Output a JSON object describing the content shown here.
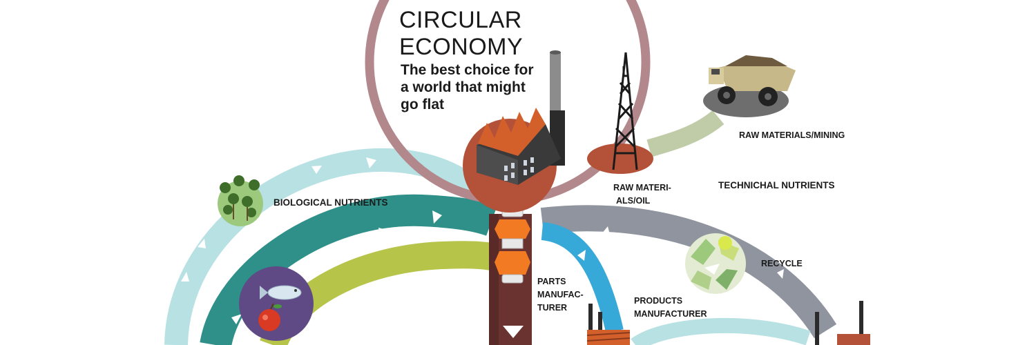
{
  "title": {
    "line1": "CIRCULAR",
    "line2": "ECONOMY"
  },
  "subtitle": {
    "line1": "The best choice for",
    "line2": "a world that might",
    "line3": "go flat"
  },
  "labels": {
    "raw_mining": "RAW MATERIALS/MINING",
    "technical_nutrients": "TECHNICHAL NUTRIENTS",
    "raw_oil_line1": "RAW MATERI-",
    "raw_oil_line2": "ALS/OIL",
    "biological_nutrients": "BIOLOGICAL NUTRIENTS",
    "recycle": "RECYCLE",
    "parts_line1": "PARTS",
    "parts_line2": "MANUFAC-",
    "parts_line3": "TURER",
    "products_line1": "PRODUCTS",
    "products_line2": "MANUFACTURER"
  },
  "icons": [
    "factory-icon",
    "oil-derrick-icon",
    "mining-truck-icon",
    "trees-icon",
    "fish-apple-icon",
    "recycle-icon",
    "parts-capsule-icon",
    "smokestack-factory-icon"
  ],
  "colors": {
    "title_ring": "#b3888d",
    "light_teal_flow": "#b7e1e3",
    "dark_teal_flow": "#2e9088",
    "olive_flow": "#b7c44a",
    "gray_flow": "#8f949e",
    "blue_flow": "#36a9d8",
    "sage_flow": "#c0cba7",
    "factory_disc": "#b35238",
    "column": "#6b3330"
  }
}
